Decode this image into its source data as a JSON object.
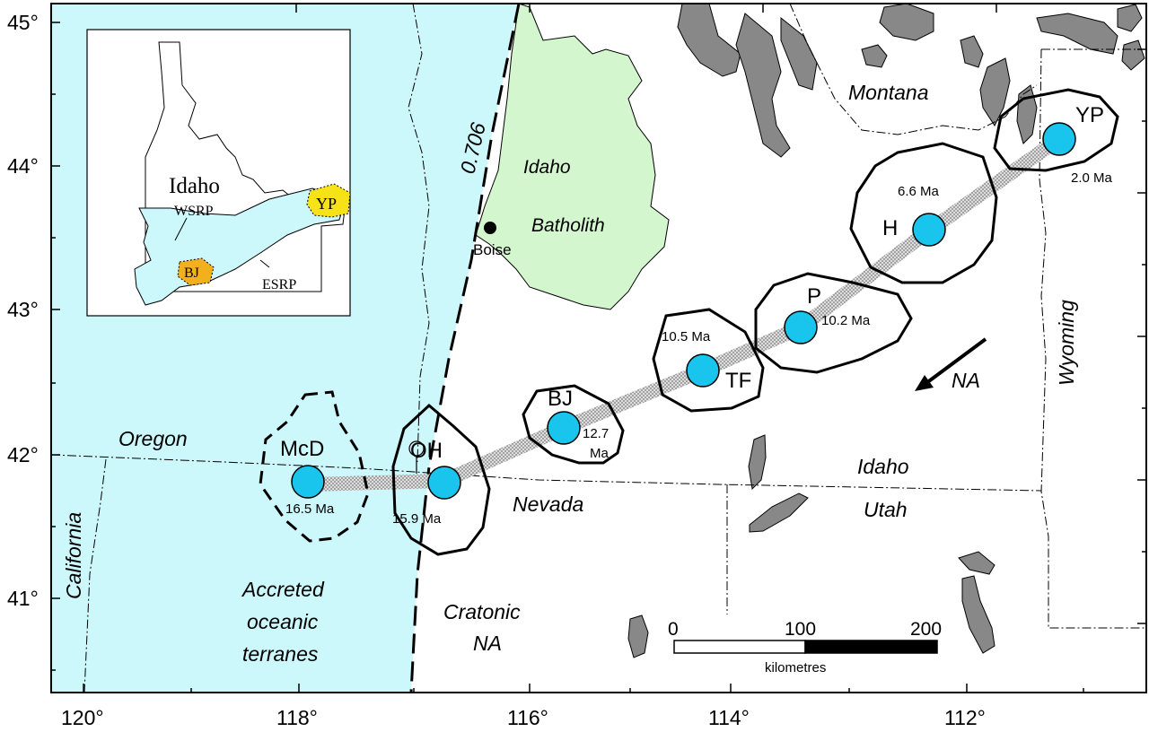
{
  "axes": {
    "lat_ticks": [
      "45°",
      "44°",
      "43°",
      "42°",
      "41°"
    ],
    "lon_ticks": [
      "120°",
      "118°",
      "116°",
      "114°",
      "112°"
    ]
  },
  "colors": {
    "oceanic": "#ccf7fb",
    "batholith": "#d4f6cf",
    "hotspot": "#19c5ec",
    "outcrop": "#888888",
    "inset_yp": "#f7e21a",
    "inset_bj": "#f2b01c"
  },
  "regions": {
    "oceanic": "Accreted oceanic terranes",
    "oceanic_lines": [
      "Accreted",
      "oceanic",
      "terranes"
    ],
    "cratonic_lines": [
      "Cratonic",
      "NA"
    ],
    "batholith_lines": [
      "Idaho",
      "Batholith"
    ],
    "isopleth": "0.706"
  },
  "states": {
    "montana": "Montana",
    "wyoming": "Wyoming",
    "oregon": "Oregon",
    "california": "California",
    "nevada": "Nevada",
    "idaho": "Idaho",
    "utah": "Utah"
  },
  "city": {
    "name": "Boise"
  },
  "plate_motion": {
    "label": "NA"
  },
  "centers": [
    {
      "code": "McD",
      "age": "16.5 Ma"
    },
    {
      "code": "OH",
      "age": "15.9 Ma"
    },
    {
      "code": "BJ",
      "age_lines": [
        "12.7",
        "Ma"
      ]
    },
    {
      "code": "TF",
      "age": "10.5 Ma"
    },
    {
      "code": "P",
      "age": "10.2 Ma"
    },
    {
      "code": "H",
      "age": "6.6 Ma"
    },
    {
      "code": "YP",
      "age": "2.0 Ma"
    }
  ],
  "scale_bar": {
    "ticks": [
      "0",
      "100",
      "200"
    ],
    "unit": "kilometres"
  },
  "inset": {
    "state": "Idaho",
    "labels": [
      "WSRP",
      "ESRP",
      "YP",
      "BJ"
    ]
  }
}
